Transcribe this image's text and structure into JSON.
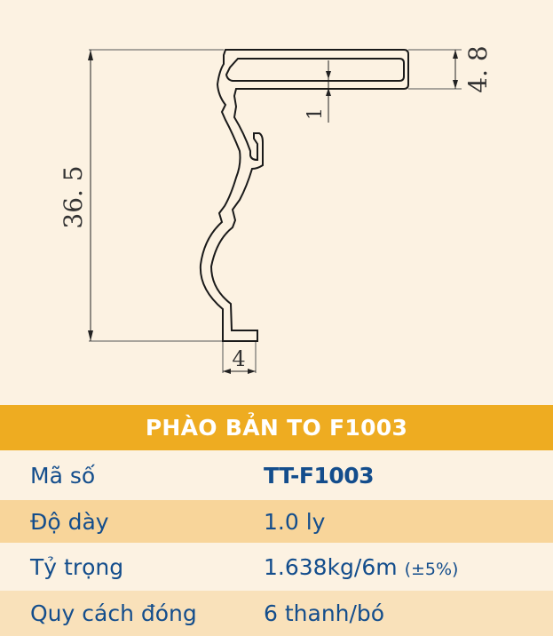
{
  "drawing": {
    "dimensions": {
      "height_total": "36. 5",
      "top_height": "4. 8",
      "wall_thickness": "1",
      "bottom_width": "4"
    }
  },
  "spec_table": {
    "title": "PHÀO BẢN TO F1003",
    "rows": [
      {
        "label": "Mã số",
        "value": "TT-F1003"
      },
      {
        "label": "Độ dày",
        "value": "1.0 ly"
      },
      {
        "label": "Tỷ trọng",
        "value": "1.638kg/6m",
        "tolerance": "(±5%)"
      },
      {
        "label": "Quy cách đóng",
        "value": "6 thanh/bó"
      }
    ]
  },
  "colors": {
    "background": "#fcf2e2",
    "header": "#eeac21",
    "row_alt": "#f8d59a",
    "text": "#134d8c"
  }
}
